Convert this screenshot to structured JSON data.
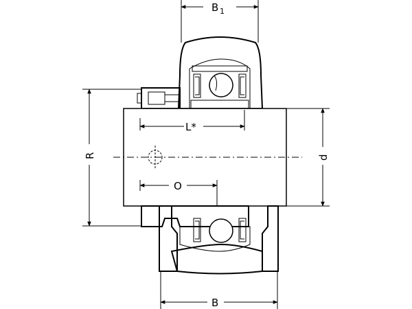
{
  "labels": {
    "b1": "B",
    "b1_subscript": "1",
    "l_star": "L*",
    "o": "O",
    "r": "R",
    "d": "d",
    "b": "B"
  }
}
